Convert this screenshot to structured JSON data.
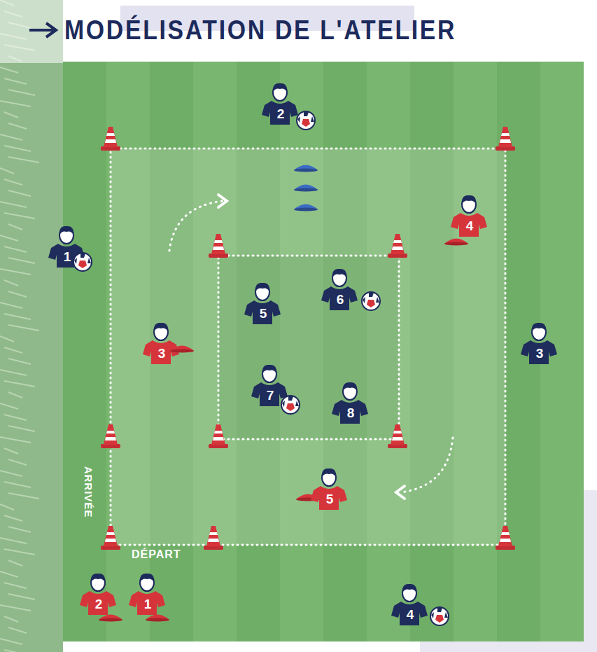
{
  "diagram": {
    "title": "MODÉLISATION DE L'ATELIER",
    "labels": [
      "2",
      "4",
      "1",
      "6",
      "5",
      "3",
      "3",
      "7",
      "8",
      "5",
      "2",
      "1",
      "4",
      "ARRIVÉE",
      "DÉPART"
    ]
  }
}
